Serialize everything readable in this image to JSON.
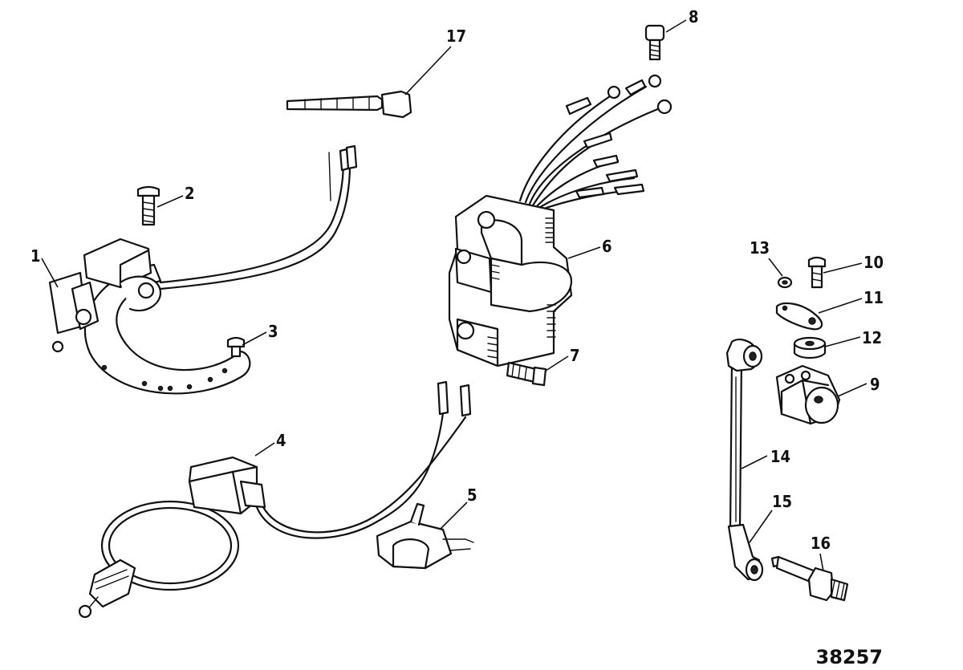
{
  "diagram": {
    "figure_number": "38257",
    "callouts": [
      "1",
      "2",
      "3",
      "4",
      "5",
      "6",
      "7",
      "8",
      "9",
      "10",
      "11",
      "12",
      "13",
      "14",
      "15",
      "16",
      "17"
    ]
  }
}
